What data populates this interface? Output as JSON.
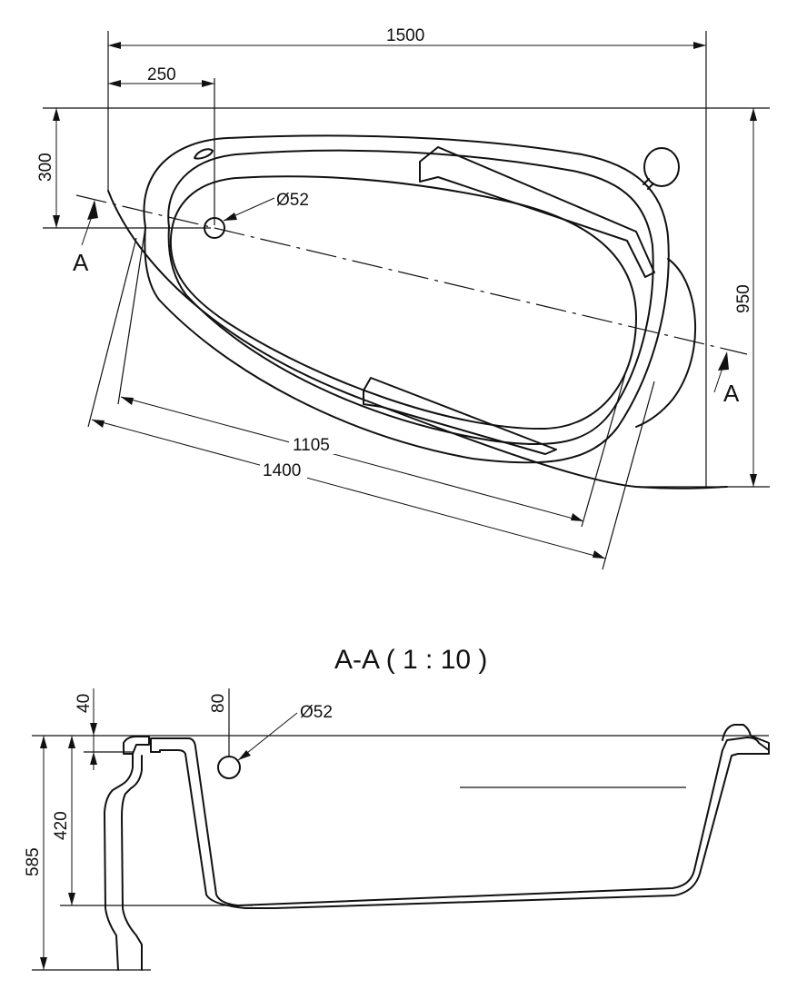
{
  "plan": {
    "dim_width": "1500",
    "dim_offset": "250",
    "dim_depth_top": "300",
    "dim_drain": "Ø52",
    "dim_height": "950",
    "dim_inner": "1105",
    "dim_outer": "1400",
    "section_mark_left": "A",
    "section_mark_right": "A"
  },
  "section": {
    "title": "A-A  ( 1 : 10 )",
    "dim_rim": "40",
    "dim_drain_offset": "80",
    "dim_drain": "Ø52",
    "dim_inner_height": "420",
    "dim_total_height": "585"
  }
}
